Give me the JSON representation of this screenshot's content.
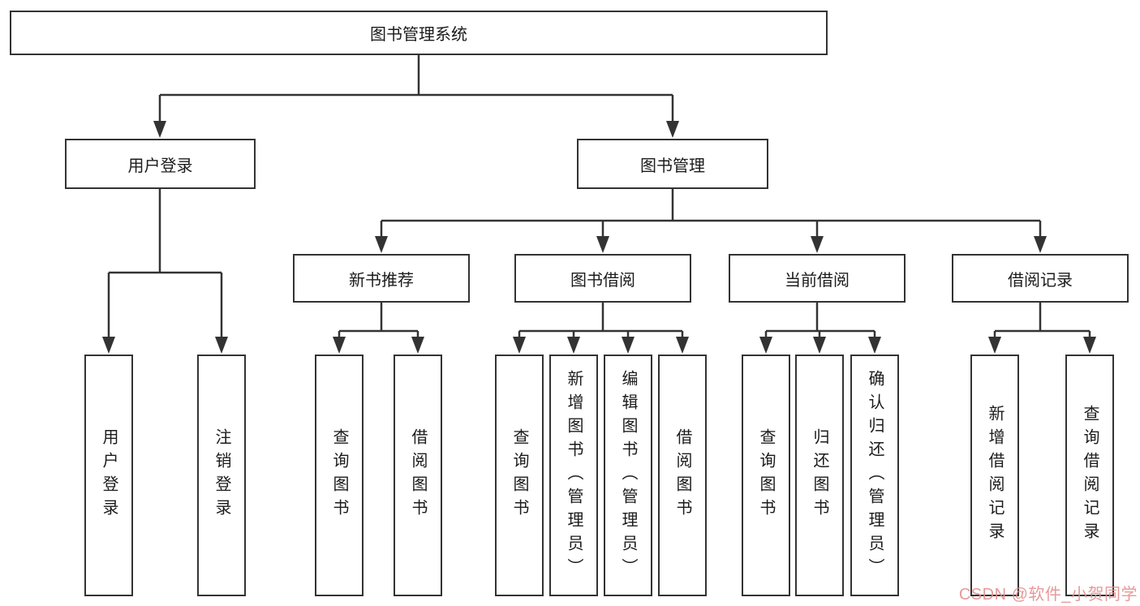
{
  "colors": {
    "line": "#333333",
    "box_border": "#333333",
    "box_bg": "#ffffff",
    "text": "#1b1b1b",
    "watermark": "#e58e8e"
  },
  "tree": {
    "root": {
      "label": "图书管理系统"
    },
    "branches": [
      {
        "label": "用户登录",
        "children": [
          {
            "label": "用户登录"
          },
          {
            "label": "注销登录"
          }
        ]
      },
      {
        "label": "图书管理",
        "children": [
          {
            "label": "新书推荐",
            "children": [
              {
                "label": "查询图书"
              },
              {
                "label": "借阅图书"
              }
            ]
          },
          {
            "label": "图书借阅",
            "children": [
              {
                "label": "查询图书"
              },
              {
                "label": "新增图书（管理员）"
              },
              {
                "label": "编辑图书（管理员）"
              },
              {
                "label": "借阅图书"
              }
            ]
          },
          {
            "label": "当前借阅",
            "children": [
              {
                "label": "查询图书"
              },
              {
                "label": "归还图书"
              },
              {
                "label": "确认归还（管理员）"
              }
            ]
          },
          {
            "label": "借阅记录",
            "children": [
              {
                "label": "新增借阅记录"
              },
              {
                "label": "查询借阅记录"
              }
            ]
          }
        ]
      }
    ]
  },
  "watermark": {
    "text": "CSDN @软件_小贺同学"
  }
}
